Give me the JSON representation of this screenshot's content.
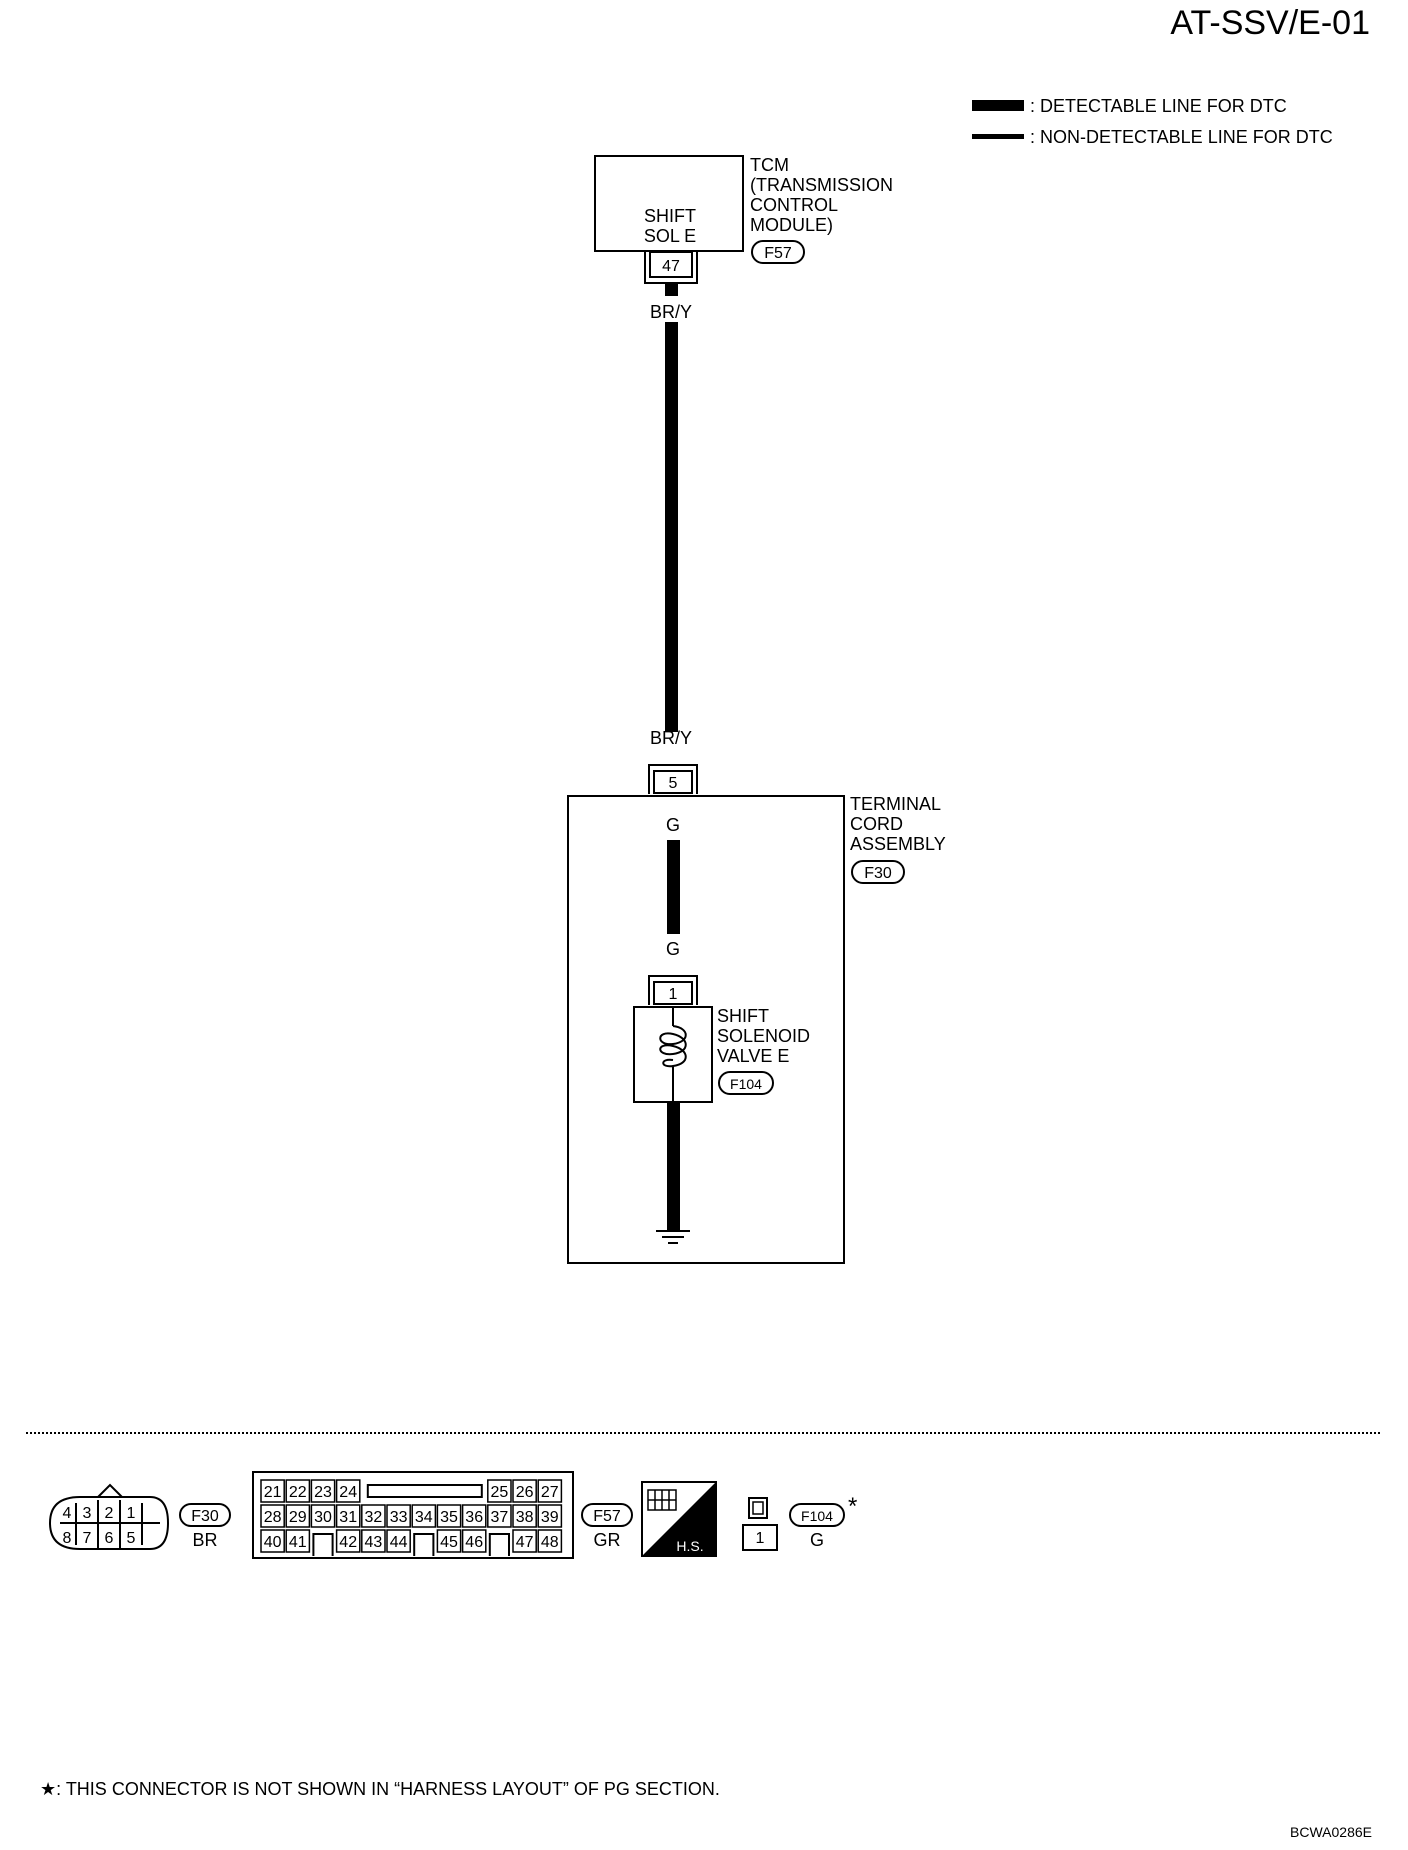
{
  "page_code": "AT-SSV/E-01",
  "legend": {
    "detectable": ": DETECTABLE LINE FOR DTC",
    "non_detectable": ": NON-DETECTABLE LINE FOR DTC"
  },
  "tcm": {
    "lines": [
      "TCM",
      "(TRANSMISSION",
      "CONTROL",
      "MODULE)"
    ],
    "connector": "F57",
    "inner_label": [
      "SHIFT",
      "SOL E"
    ],
    "terminal": "47"
  },
  "wire_upper": {
    "color_top": "BR/Y",
    "color_bottom": "BR/Y"
  },
  "terminal_cord": {
    "lines": [
      "TERMINAL",
      "CORD",
      "ASSEMBLY"
    ],
    "connector": "F30",
    "terminal": "5",
    "wire_top": "G",
    "wire_bottom": "G"
  },
  "solenoid": {
    "lines": [
      "SHIFT",
      "SOLENOID",
      "VALVE E"
    ],
    "connector": "F104",
    "terminal": "1"
  },
  "connectors": {
    "f30": {
      "id": "F30",
      "color": "BR",
      "top_pins": [
        "4",
        "3",
        "2",
        "1"
      ],
      "bottom_pins": [
        "8",
        "7",
        "6",
        "5"
      ]
    },
    "f57": {
      "id": "F57",
      "color": "GR",
      "row1": [
        "21",
        "22",
        "23",
        "24",
        "25",
        "26",
        "27"
      ],
      "row2": [
        "28",
        "29",
        "30",
        "31",
        "32",
        "33",
        "34",
        "35",
        "36",
        "37",
        "38",
        "39"
      ],
      "row3": [
        "40",
        "41",
        "42",
        "43",
        "44",
        "45",
        "46",
        "47",
        "48"
      ]
    },
    "hs_label": "H.S.",
    "f104": {
      "id": "F104",
      "color": "G",
      "pin": "1",
      "star": "*"
    }
  },
  "footnote": "★: THIS CONNECTOR IS NOT SHOWN IN “HARNESS LAYOUT” OF PG SECTION.",
  "figure_code": "BCWA0286E"
}
